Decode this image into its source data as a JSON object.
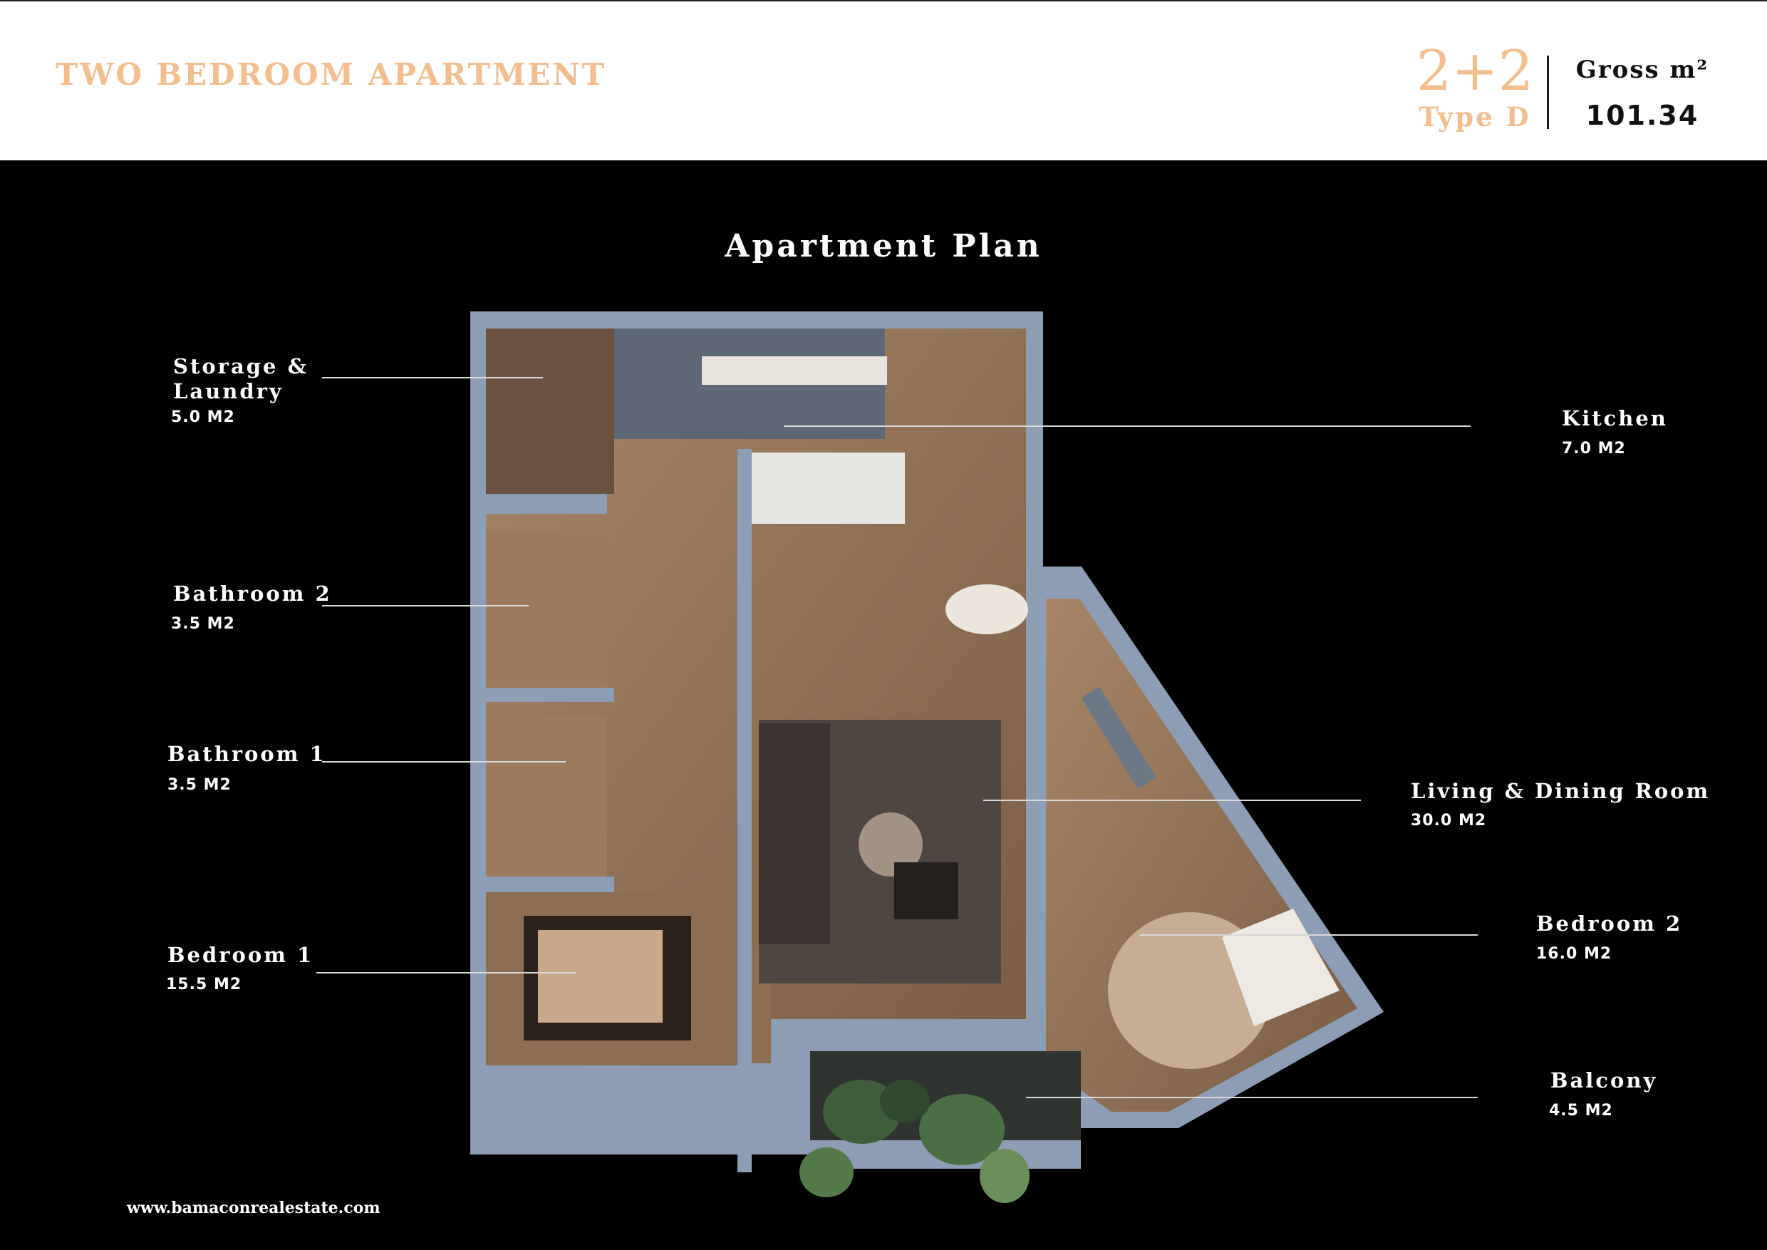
{
  "header": {
    "title": "TWO BEDROOM APARTMENT",
    "unit_type_number": "2+2",
    "unit_type_label": "Type D",
    "gross_label": "Gross m²",
    "gross_value": "101.34"
  },
  "plan": {
    "title": "Apartment Plan",
    "rooms": [
      {
        "name": "Storage &\nLaundry",
        "area": "5.0 M2"
      },
      {
        "name": "Bathroom 2",
        "area": "3.5 M2"
      },
      {
        "name": "Bathroom 1",
        "area": "3.5 M2"
      },
      {
        "name": "Bedroom 1",
        "area": "15.5 M2"
      },
      {
        "name": "Kitchen",
        "area": "7.0 M2"
      },
      {
        "name": "Living & Dining Room",
        "area": "30.0 M2"
      },
      {
        "name": "Bedroom 2",
        "area": "16.0 M2"
      },
      {
        "name": "Balcony",
        "area": "4.5 M2"
      }
    ]
  },
  "footer": {
    "website": "www.bamaconrealestate.com"
  },
  "colors": {
    "accent": "#f3bd8e",
    "background": "#000000",
    "header_background": "#ffffff",
    "wall": "#8d9db5",
    "floor": "#9b7a5e"
  }
}
